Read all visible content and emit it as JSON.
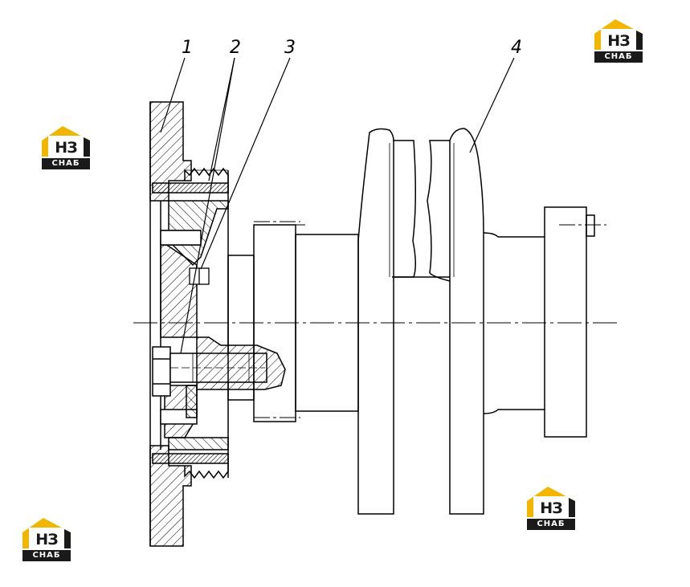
{
  "drawing": {
    "callouts": [
      "1",
      "2",
      "3",
      "4"
    ]
  },
  "logos": [
    {
      "main": "НЗ",
      "sub": "СНАБ"
    },
    {
      "main": "НЗ",
      "sub": "СНАБ"
    },
    {
      "main": "НЗ",
      "sub": "СНАБ"
    },
    {
      "main": "НЗ",
      "sub": "СНАБ"
    }
  ],
  "colors": {
    "logo_accent": "#f2b600",
    "logo_dark": "#1a1a1a",
    "line": "#000000"
  }
}
